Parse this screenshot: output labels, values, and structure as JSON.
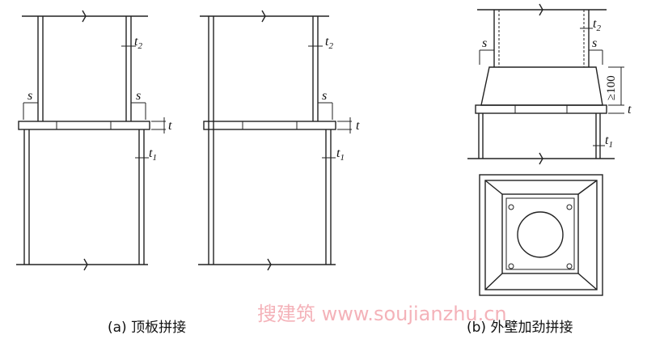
{
  "figure_a": {
    "caption": "(a) 顶板拼接",
    "labels": {
      "s": "s",
      "t": "t",
      "t1": "t",
      "t1_sub": "1",
      "t2": "t",
      "t2_sub": "2"
    }
  },
  "figure_b": {
    "caption": "(b) 外壁加劲拼接",
    "labels": {
      "s": "s",
      "t": "t",
      "t1": "t",
      "t1_sub": "1",
      "t2": "t",
      "t2_sub": "2",
      "dim": "≥100"
    }
  },
  "watermark": "搜建筑 www.soujianzhu.cn"
}
